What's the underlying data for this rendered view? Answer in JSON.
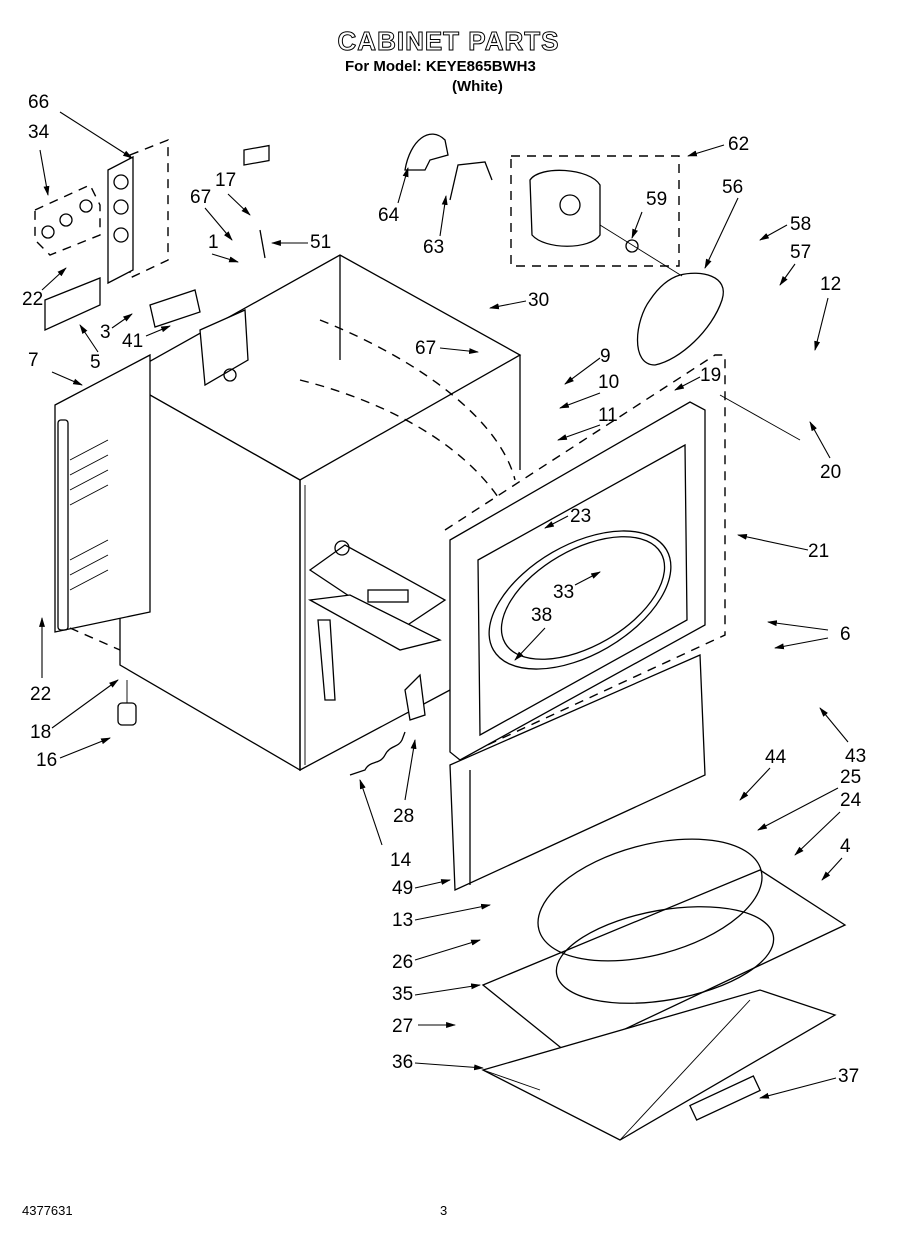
{
  "header": {
    "title": "CABINET PARTS",
    "model_line": "For Model: KEYE865BWH3",
    "color_note": "(White)"
  },
  "footer": {
    "document_number": "4377631",
    "page_number": "3"
  },
  "callouts": [
    {
      "id": "66",
      "label": "66"
    },
    {
      "id": "34",
      "label": "34"
    },
    {
      "id": "17",
      "label": "17"
    },
    {
      "id": "67a",
      "label": "67"
    },
    {
      "id": "1",
      "label": "1"
    },
    {
      "id": "51",
      "label": "51"
    },
    {
      "id": "22a",
      "label": "22"
    },
    {
      "id": "3",
      "label": "3"
    },
    {
      "id": "41",
      "label": "41"
    },
    {
      "id": "5",
      "label": "5"
    },
    {
      "id": "7",
      "label": "7"
    },
    {
      "id": "22b",
      "label": "22"
    },
    {
      "id": "18",
      "label": "18"
    },
    {
      "id": "16",
      "label": "16"
    },
    {
      "id": "64",
      "label": "64"
    },
    {
      "id": "63",
      "label": "63"
    },
    {
      "id": "62",
      "label": "62"
    },
    {
      "id": "59",
      "label": "59"
    },
    {
      "id": "56",
      "label": "56"
    },
    {
      "id": "58",
      "label": "58"
    },
    {
      "id": "57",
      "label": "57"
    },
    {
      "id": "12",
      "label": "12"
    },
    {
      "id": "30",
      "label": "30"
    },
    {
      "id": "67b",
      "label": "67"
    },
    {
      "id": "9",
      "label": "9"
    },
    {
      "id": "10",
      "label": "10"
    },
    {
      "id": "11",
      "label": "11"
    },
    {
      "id": "19",
      "label": "19"
    },
    {
      "id": "20",
      "label": "20"
    },
    {
      "id": "21",
      "label": "21"
    },
    {
      "id": "23",
      "label": "23"
    },
    {
      "id": "33",
      "label": "33"
    },
    {
      "id": "38",
      "label": "38"
    },
    {
      "id": "6",
      "label": "6"
    },
    {
      "id": "43",
      "label": "43"
    },
    {
      "id": "44",
      "label": "44"
    },
    {
      "id": "25",
      "label": "25"
    },
    {
      "id": "24",
      "label": "24"
    },
    {
      "id": "4",
      "label": "4"
    },
    {
      "id": "28",
      "label": "28"
    },
    {
      "id": "14",
      "label": "14"
    },
    {
      "id": "49",
      "label": "49"
    },
    {
      "id": "13",
      "label": "13"
    },
    {
      "id": "26",
      "label": "26"
    },
    {
      "id": "35",
      "label": "35"
    },
    {
      "id": "27",
      "label": "27"
    },
    {
      "id": "36",
      "label": "36"
    },
    {
      "id": "37",
      "label": "37"
    }
  ]
}
